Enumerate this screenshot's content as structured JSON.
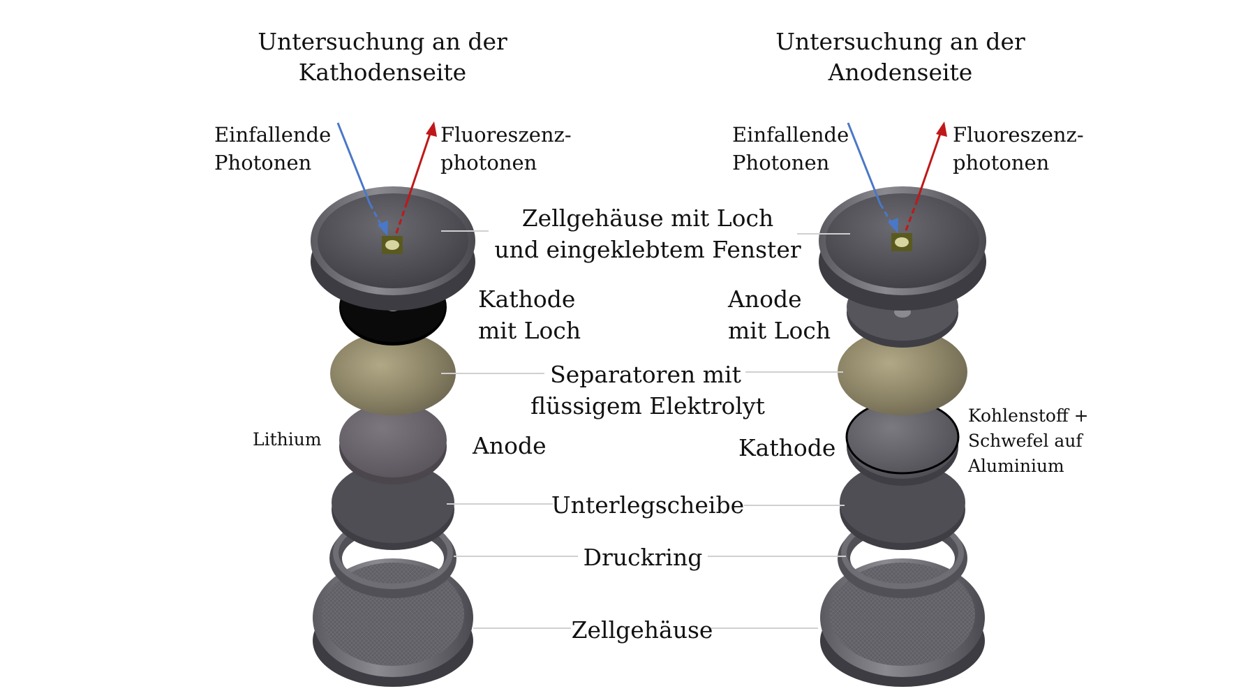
{
  "left": {
    "title": [
      "Untersuchung an der",
      "Kathodenseite"
    ],
    "incident": [
      "Einfallende",
      "Photonen"
    ],
    "fluorescence": [
      "Fluoreszenz-",
      "photonen"
    ],
    "layer2": [
      "Kathode",
      "mit Loch"
    ],
    "side_note": "Lithium",
    "layer4": "Anode"
  },
  "right": {
    "title": [
      "Untersuchung an der",
      "Anodenseite"
    ],
    "incident": [
      "Einfallende",
      "Photonen"
    ],
    "fluorescence": [
      "Fluoreszenz-",
      "photonen"
    ],
    "layer2": [
      "Anode",
      "mit Loch"
    ],
    "side_note": [
      "Kohlenstoff +",
      "Schwefel auf",
      "Aluminium"
    ],
    "layer4": "Kathode"
  },
  "center": {
    "housing_top": [
      "Zellgehäuse mit Loch",
      "und eingeklebtem Fenster"
    ],
    "separators": [
      "Separatoren mit",
      "flüssigem Elektrolyt"
    ],
    "washer": "Unterlegscheibe",
    "pressure_ring": "Druckring",
    "housing_bottom": "Zellgehäuse"
  },
  "colors": {
    "incident_arrow": "#4a78c8",
    "fluorescence_arrow": "#c01818",
    "housing": "#4f4f55",
    "cathode_black": "#0a0a0a",
    "separator": "#948a6a",
    "lithium": "#6e6870",
    "window": "#5a5a20",
    "leader_line": "#d0d0d0"
  }
}
